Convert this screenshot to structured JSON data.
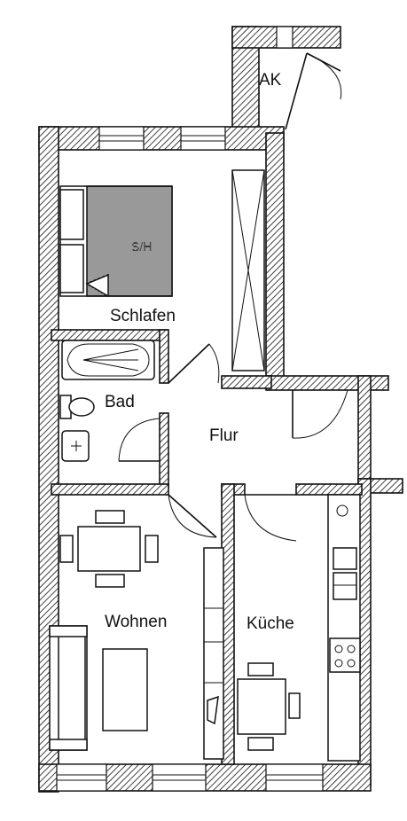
{
  "rooms": {
    "ak": "AK",
    "schlafen": "Schlafen",
    "bad": "Bad",
    "flur": "Flur",
    "wohnen": "Wohnen",
    "kueche": "Küche"
  },
  "furniture_labels": {
    "bed": "S/H"
  },
  "colors": {
    "line": "#111111",
    "background": "#ffffff"
  }
}
